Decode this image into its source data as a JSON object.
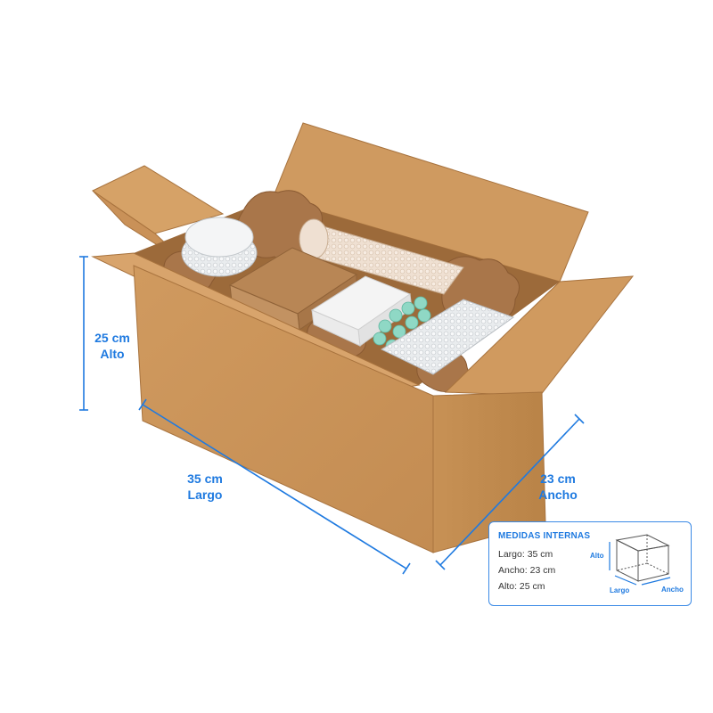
{
  "dimensions": {
    "alto": {
      "value": "25 cm",
      "label": "Alto"
    },
    "largo": {
      "value": "35 cm",
      "label": "Largo"
    },
    "ancho": {
      "value": "23 cm",
      "label": "Ancho"
    }
  },
  "info_card": {
    "title": "MEDIDAS INTERNAS",
    "largo_line": "Largo: 35 cm",
    "ancho_line": "Ancho: 23 cm",
    "alto_line": "Alto: 25 cm",
    "diagram_labels": {
      "alto": "Alto",
      "largo": "Largo",
      "ancho": "Ancho"
    }
  },
  "colors": {
    "accent": "#1f7ae0",
    "cardboard": "#c9935a",
    "cardboard_dark": "#b37d45",
    "cardboard_light": "#d8a46c",
    "kraft_paper": "#a9764a"
  }
}
